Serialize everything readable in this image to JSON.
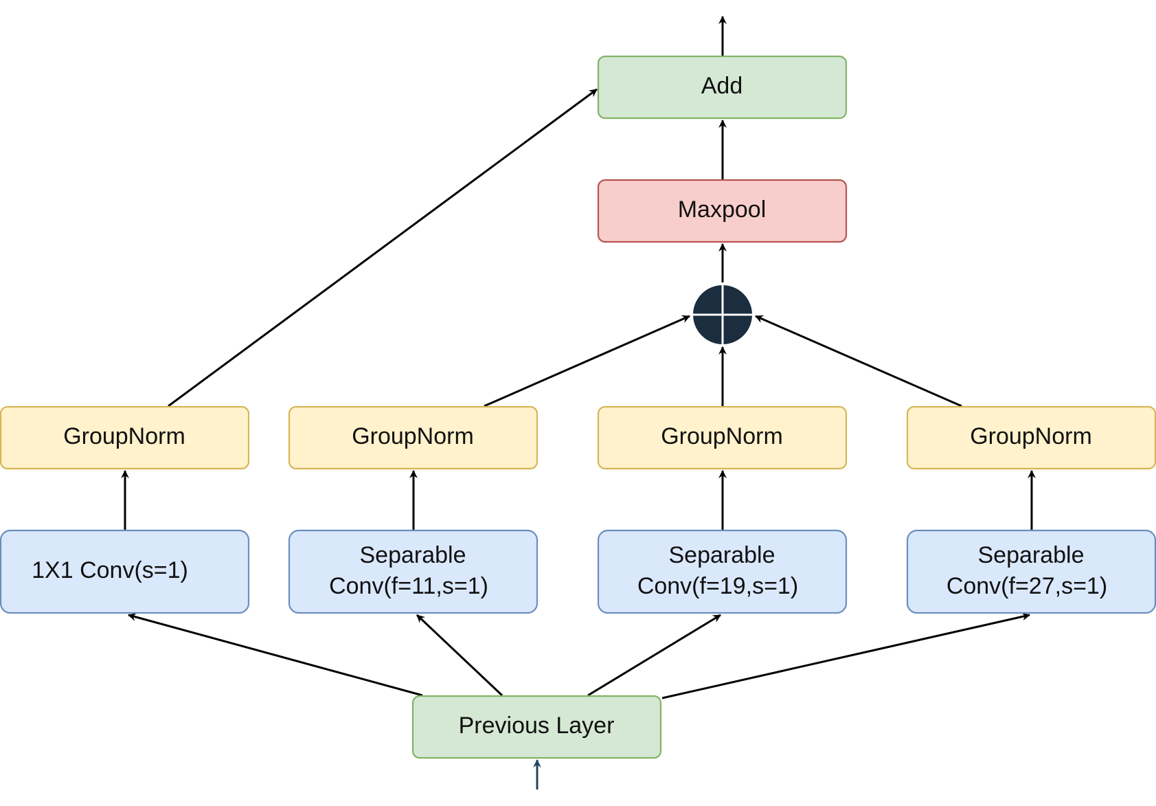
{
  "diagram": {
    "nodes": {
      "add": {
        "label": "Add",
        "fill": "#d5e8d4",
        "stroke": "#82b366"
      },
      "maxpool": {
        "label": "Maxpool",
        "fill": "#f8cecc",
        "stroke": "#b85450"
      },
      "sum_op": {
        "symbol": "circle-plus",
        "fill": "#1b2d3e",
        "line": "#ffffff"
      },
      "groupnorm_1": {
        "label": "GroupNorm",
        "fill": "#fff2cc",
        "stroke": "#d6b656"
      },
      "groupnorm_2": {
        "label": "GroupNorm",
        "fill": "#fff2cc",
        "stroke": "#d6b656"
      },
      "groupnorm_3": {
        "label": "GroupNorm",
        "fill": "#fff2cc",
        "stroke": "#d6b656"
      },
      "groupnorm_4": {
        "label": "GroupNorm",
        "fill": "#fff2cc",
        "stroke": "#d6b656"
      },
      "conv_1x1": {
        "label": "1X1 Conv(s=1)",
        "fill": "#dae8fc",
        "stroke": "#6c8ebf"
      },
      "sep_conv_11": {
        "label_line1": "Separable",
        "label_line2": "Conv(f=11,s=1)",
        "fill": "#dae8fc",
        "stroke": "#6c8ebf"
      },
      "sep_conv_19": {
        "label_line1": "Separable",
        "label_line2": "Conv(f=19,s=1)",
        "fill": "#dae8fc",
        "stroke": "#6c8ebf"
      },
      "sep_conv_27": {
        "label_line1": "Separable",
        "label_line2": "Conv(f=27,s=1)",
        "fill": "#dae8fc",
        "stroke": "#6c8ebf"
      },
      "previous_layer": {
        "label": "Previous Layer",
        "fill": "#d5e8d4",
        "stroke": "#82b366"
      }
    },
    "edges": [
      {
        "from": "previous_layer",
        "to": "conv_1x1"
      },
      {
        "from": "previous_layer",
        "to": "sep_conv_11"
      },
      {
        "from": "previous_layer",
        "to": "sep_conv_19"
      },
      {
        "from": "previous_layer",
        "to": "sep_conv_27"
      },
      {
        "from": "conv_1x1",
        "to": "groupnorm_1"
      },
      {
        "from": "sep_conv_11",
        "to": "groupnorm_2"
      },
      {
        "from": "sep_conv_19",
        "to": "groupnorm_3"
      },
      {
        "from": "sep_conv_27",
        "to": "groupnorm_4"
      },
      {
        "from": "groupnorm_1",
        "to": "add"
      },
      {
        "from": "groupnorm_2",
        "to": "sum_op"
      },
      {
        "from": "groupnorm_3",
        "to": "sum_op"
      },
      {
        "from": "groupnorm_4",
        "to": "sum_op"
      },
      {
        "from": "sum_op",
        "to": "maxpool"
      },
      {
        "from": "maxpool",
        "to": "add"
      },
      {
        "from": "add",
        "to": "output"
      },
      {
        "from": "input",
        "to": "previous_layer"
      }
    ],
    "colors": {
      "edge": "#000000",
      "input_edge": "#23445d"
    }
  }
}
